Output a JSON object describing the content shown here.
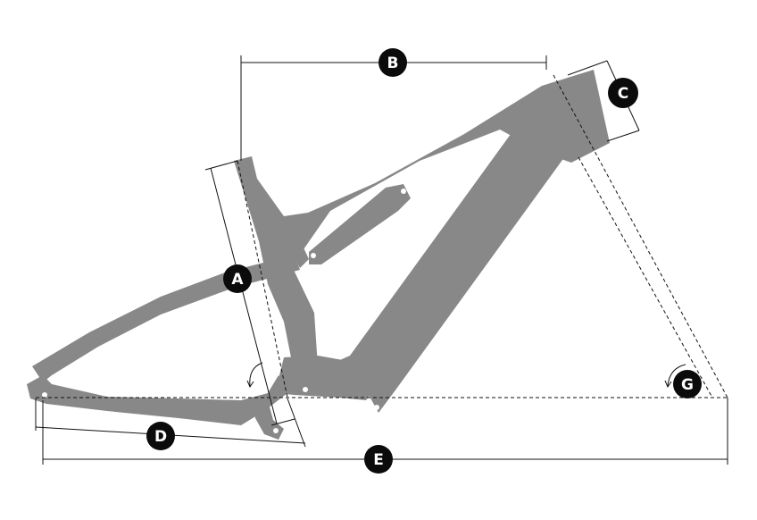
{
  "diagram": {
    "labels": {
      "a": "A",
      "b": "B",
      "c": "C",
      "d": "D",
      "e": "E",
      "g": "G"
    },
    "colors": {
      "frame": "#888888",
      "badge": "#0b0b0b",
      "line": "#111111",
      "background": "#ffffff"
    }
  }
}
